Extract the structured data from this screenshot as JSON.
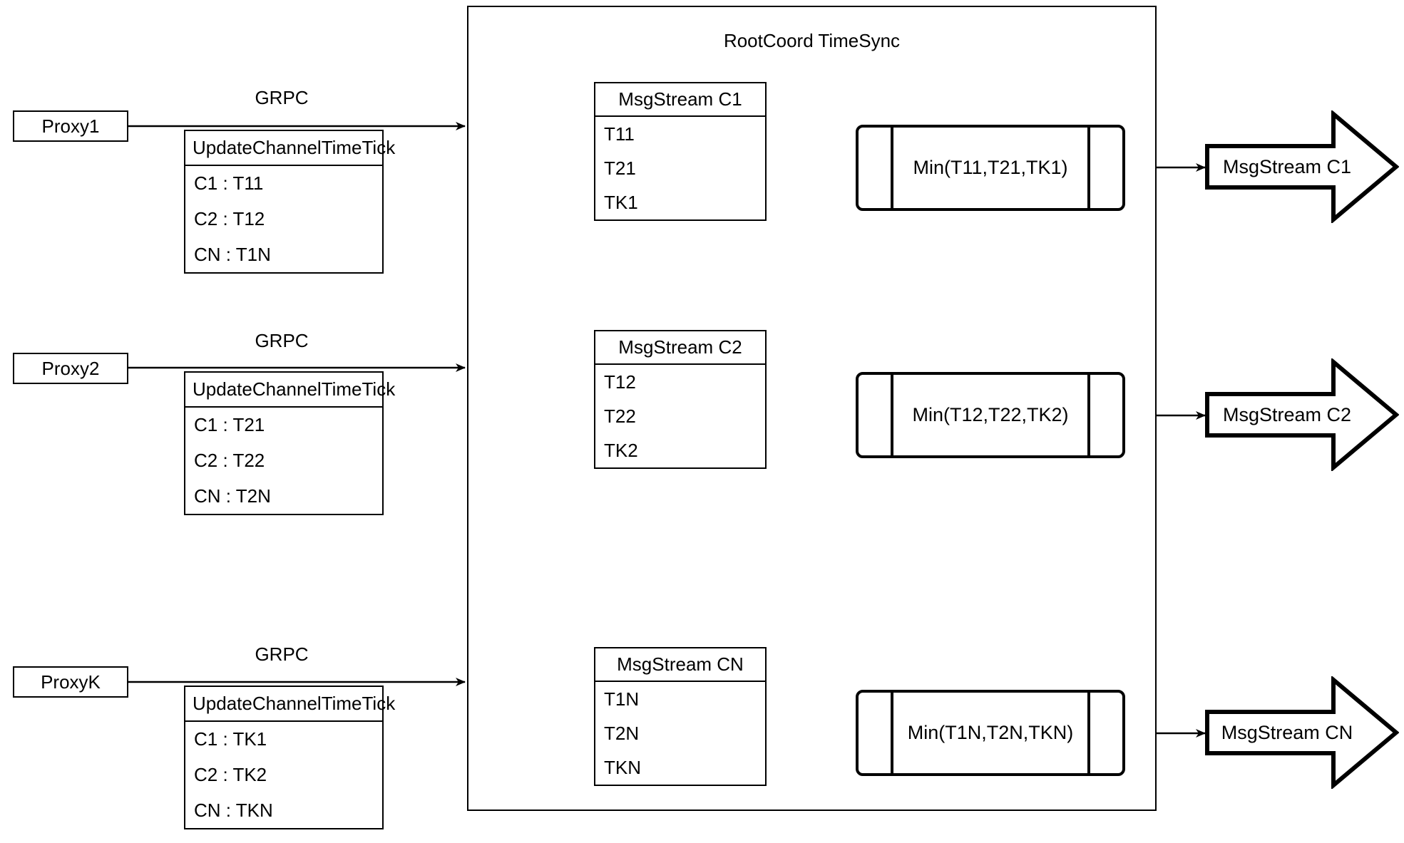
{
  "diagram": {
    "container_title": "RootCoord TimeSync",
    "rows": [
      {
        "proxy_label": "Proxy1",
        "link_label": "GRPC",
        "request": {
          "title": "UpdateChannelTimeTick",
          "entries": [
            "C1 :  T11",
            "C2 :  T12",
            "CN : T1N"
          ]
        },
        "msgstream": {
          "title": "MsgStream C1",
          "entries": [
            "T11",
            "T21",
            "TK1"
          ]
        },
        "process_label": "Min(T11,T21,TK1)",
        "output_label": "MsgStream C1"
      },
      {
        "proxy_label": "Proxy2",
        "link_label": "GRPC",
        "request": {
          "title": "UpdateChannelTimeTick",
          "entries": [
            "C1 :  T21",
            "C2 :  T22",
            "CN : T2N"
          ]
        },
        "msgstream": {
          "title": "MsgStream C2",
          "entries": [
            "T12",
            "T22",
            "TK2"
          ]
        },
        "process_label": "Min(T12,T22,TK2)",
        "output_label": "MsgStream C2"
      },
      {
        "proxy_label": "ProxyK",
        "link_label": "GRPC",
        "request": {
          "title": "UpdateChannelTimeTick",
          "entries": [
            "C1 :  TK1",
            "C2 :  TK2",
            "CN : TKN"
          ]
        },
        "msgstream": {
          "title": "MsgStream CN",
          "entries": [
            "T1N",
            "T2N",
            "TKN"
          ]
        },
        "process_label": "Min(T1N,T2N,TKN)",
        "output_label": "MsgStream CN"
      }
    ],
    "colors": {
      "stroke": "#000000",
      "fill": "#ffffff"
    }
  }
}
